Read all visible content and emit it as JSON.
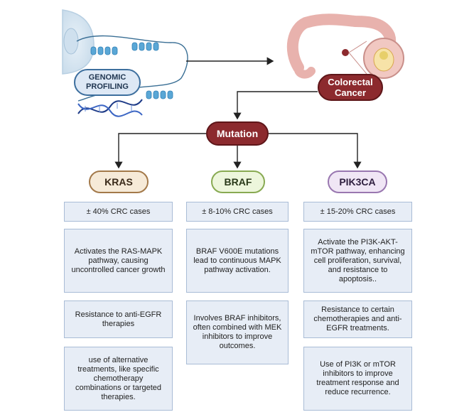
{
  "nodes": {
    "genomic_profiling": "GENOMIC\nPROFILING",
    "colorectal_cancer": "Colorectal\nCancer",
    "mutation": "Mutation"
  },
  "genes": [
    {
      "name": "KRAS",
      "boxes": [
        "± 40% CRC cases",
        "Activates the RAS-MAPK pathway, causing uncontrolled cancer growth",
        "Resistance to anti-EGFR therapies",
        "use of alternative treatments, like specific chemotherapy combinations or targeted therapies."
      ]
    },
    {
      "name": "BRAF",
      "boxes": [
        "± 8-10% CRC cases",
        "BRAF V600E mutations lead to continuous MAPK pathway activation.",
        "Involves BRAF inhibitors, often combined with MEK inhibitors to improve outcomes."
      ]
    },
    {
      "name": "PIK3CA",
      "boxes": [
        "± 15-20% CRC cases",
        "Activate the PI3K-AKT-mTOR pathway, enhancing cell proliferation, survival, and resistance to apoptosis..",
        "Resistance to certain chemotherapies and anti-EGFR treatments.",
        "Use of PI3K or mTOR inhibitors to improve treatment response and reduce recurrence."
      ]
    }
  ],
  "colors": {
    "cancer_node": "#8c2a2e",
    "kras_accent": "#a3794a",
    "braf_accent": "#88aa52",
    "pik3ca_accent": "#9977b0",
    "box_fill": "#e7edf6",
    "genomic_border": "#3d6f9e"
  }
}
